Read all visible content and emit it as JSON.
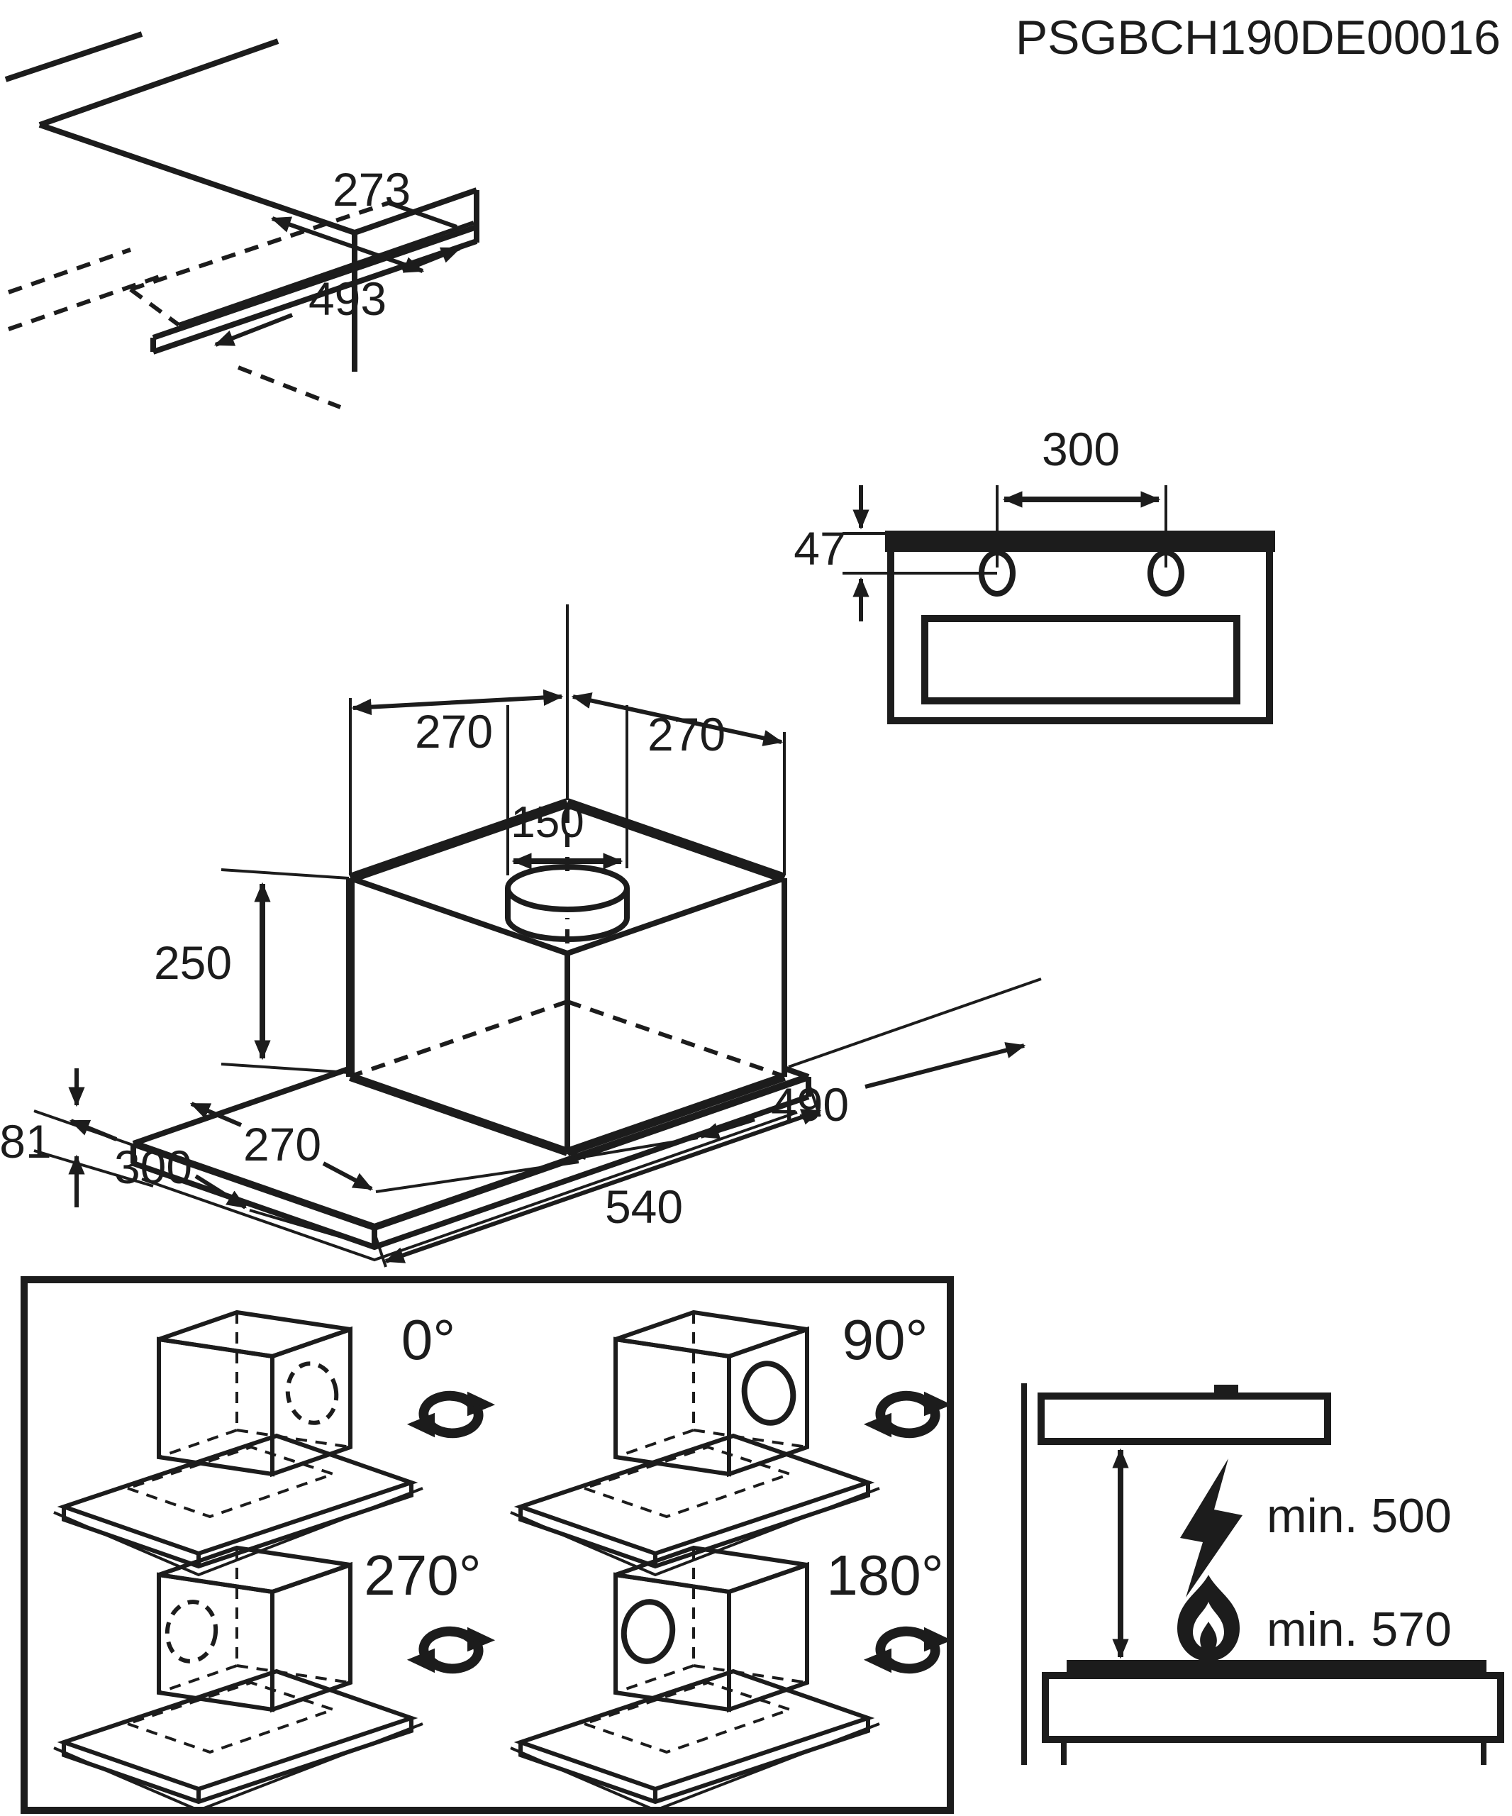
{
  "title": "PSGBCH190DE00016",
  "cabinet": {
    "cutout_depth": "273",
    "cutout_width": "493"
  },
  "front_view": {
    "hole_spacing": "300",
    "hole_offset": "47"
  },
  "hood": {
    "top_left_edge": "270",
    "top_right_edge": "270",
    "duct_diameter": "150",
    "body_height": "250",
    "base_thickness": "81",
    "base_depth": "300",
    "front_offset": "270",
    "base_width": "540",
    "body_width": "490"
  },
  "rotations": {
    "r0": "0°",
    "r90": "90°",
    "r270": "270°",
    "r180": "180°"
  },
  "clearance": {
    "electric": "min. 500",
    "gas": "min. 570"
  },
  "icons": {
    "rotate": "rotate-arrows-icon",
    "electric": "lightning-icon",
    "gas": "flame-icon"
  }
}
